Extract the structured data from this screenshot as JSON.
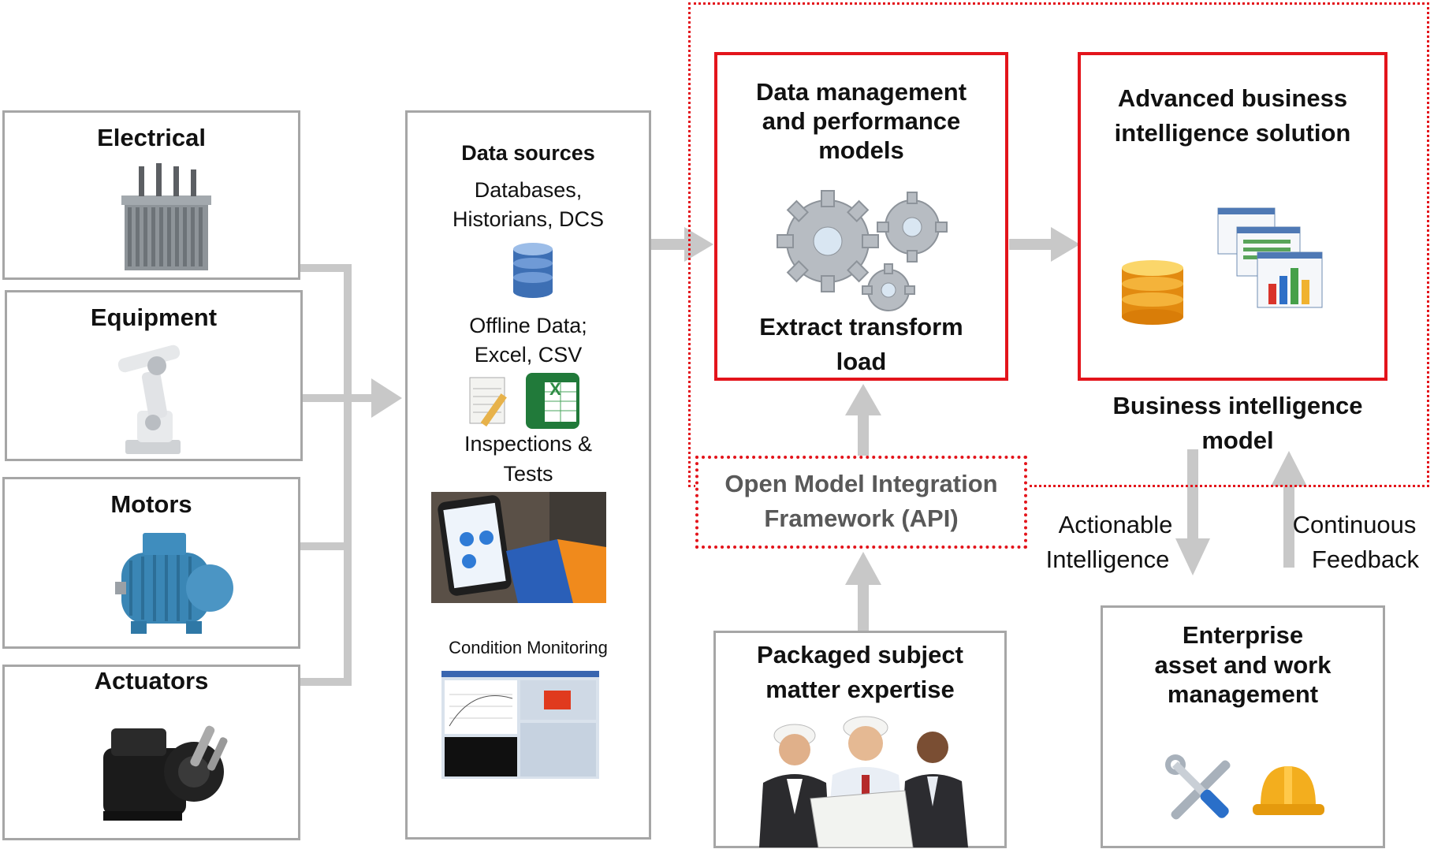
{
  "assets": {
    "electrical": "Electrical",
    "equipment": "Equipment",
    "motors": "Motors",
    "actuators": "Actuators"
  },
  "data_sources": {
    "title": "Data sources",
    "databases_line1": "Databases,",
    "databases_line2": "Historians, DCS",
    "offline_line1": "Offline Data;",
    "offline_line2": "Excel,  CSV",
    "inspections_line1": "Inspections &",
    "inspections_line2": "Tests",
    "condition": "Condition Monitoring"
  },
  "data_management": {
    "line1": "Data management",
    "line2": "and performance",
    "line3": "models",
    "etl_line1": "Extract transform",
    "etl_line2": "load"
  },
  "bi_solution": {
    "line1": "Advanced business",
    "line2": "intelligence solution"
  },
  "bi_model": {
    "line1": "Business intelligence",
    "line2": "model"
  },
  "api": {
    "line1": "Open Model Integration",
    "line2": "Framework (API)"
  },
  "feedback": {
    "actionable_line1": "Actionable",
    "actionable_line2": "Intelligence",
    "continuous_line1": "Continuous",
    "continuous_line2": "Feedback"
  },
  "expertise": {
    "line1": "Packaged subject",
    "line2": "matter expertise"
  },
  "enterprise": {
    "line1": "Enterprise",
    "line2": "asset and work",
    "line3": "management"
  },
  "colors": {
    "red": "#e3141b",
    "gray_border": "#a6a6a6",
    "arrow": "#c8c8c8"
  },
  "icons": [
    "transformer-image",
    "robot-arm-image",
    "motor-image",
    "actuator-image",
    "database-icon",
    "notepad-icon",
    "excel-icon",
    "phone-image",
    "monitoring-screen-image",
    "gears-icon",
    "gold-database-icon",
    "report-windows-icon",
    "engineers-image",
    "wrench-screwdriver-icon",
    "hardhat-icon"
  ]
}
